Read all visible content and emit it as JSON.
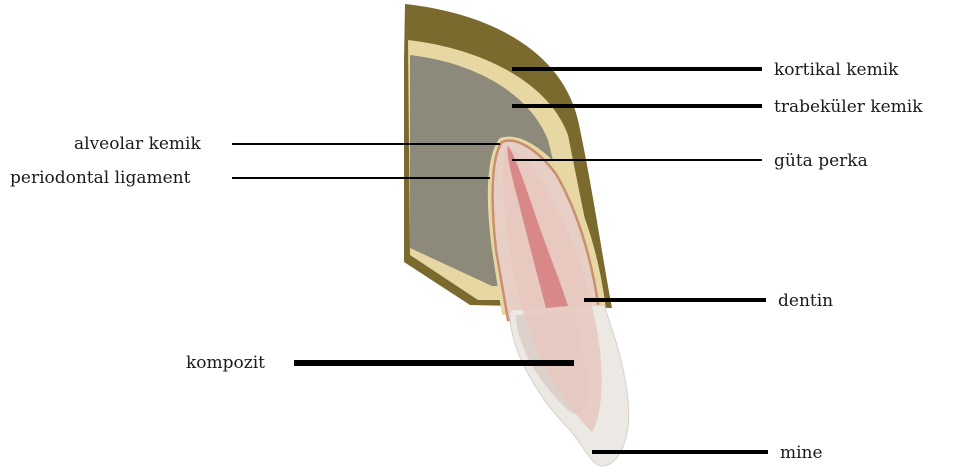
{
  "labels": {
    "cortical_bone": "kortikal kemik",
    "trabecular_bone": "trabeküler kemik",
    "alveolar_bone": "alveolar kemik",
    "periodontal_ligament": "periodontal ligament",
    "gutta_percha": "güta perka",
    "dentin": "dentin",
    "composite": "kompozit",
    "enamel": "mine"
  },
  "colors": {
    "cortical_outer": "#7a6a2e",
    "cortical_band": "#e6d7a3",
    "trabecular": "#8e8a7b",
    "root_outline": "#c98f70",
    "dentin": "#e8cfc6",
    "gutta_percha": "#d9888a",
    "composite": "#ece5de",
    "enamel": "#ece8e4",
    "leader_line": "#000000"
  }
}
